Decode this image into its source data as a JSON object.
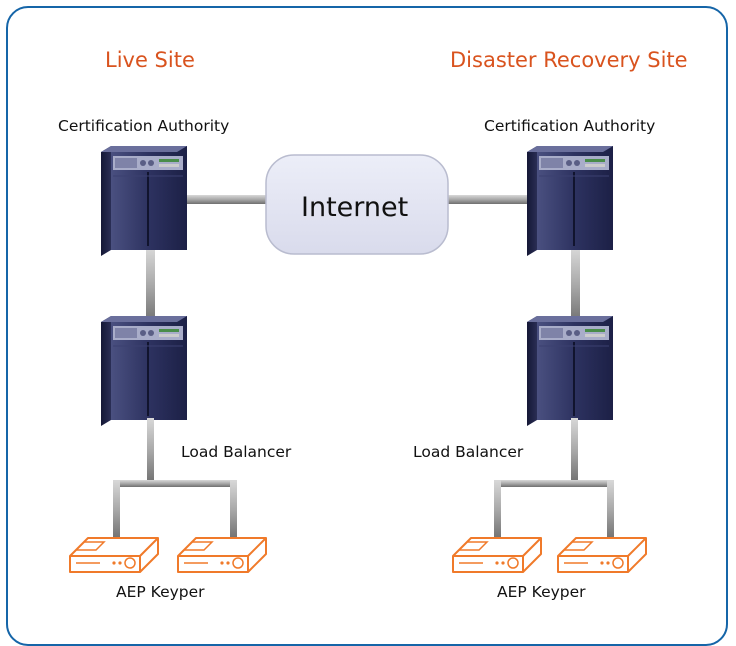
{
  "sites": {
    "live": {
      "title": "Live Site",
      "ca_label": "Certification Authority",
      "lb_label": "Load Balancer",
      "keyper_label": "AEP Keyper"
    },
    "dr": {
      "title": "Disaster Recovery Site",
      "ca_label": "Certification Authority",
      "lb_label": "Load Balancer",
      "keyper_label": "AEP Keyper"
    }
  },
  "network": {
    "label": "Internet"
  },
  "colors": {
    "frame": "#1565a8",
    "site_title": "#d9531e",
    "server": "#2a2f57",
    "keyper": "#f07a2a",
    "cable": "#9a9a9a",
    "cloud": "#e3e4f2"
  },
  "icons": {
    "server": "server-tower-icon",
    "keyper": "hsm-appliance-icon",
    "network": "cloud-icon"
  }
}
